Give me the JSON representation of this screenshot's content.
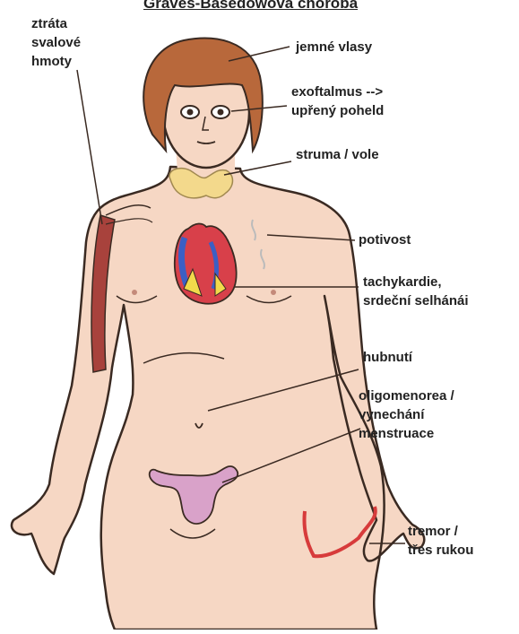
{
  "title": "Graves-Basedowova choroba",
  "colors": {
    "skin": "#f6d7c4",
    "outline": "#3a2a22",
    "hair": "#b8683b",
    "thyroid": "#f3d98c",
    "uterus": "#d9a2c9",
    "muscle": "#a8423c",
    "tremor_highlight": "#d73b3b",
    "text": "#222222"
  },
  "labels": {
    "muscle": [
      "ztráta",
      "svalové",
      "hmoty"
    ],
    "hair": "jemné vlasy",
    "eyes": [
      "exoftalmus -->",
      "upřený poheld"
    ],
    "thyroid": "struma / vole",
    "sweat": "potivost",
    "heart": [
      "tachykardie,",
      "srdeční selhánái"
    ],
    "weight": "hubnutí",
    "menstruation": [
      "oligomenorea /",
      "vynechání",
      "menstruace"
    ],
    "tremor": [
      "tremor /",
      "třes rukou"
    ]
  }
}
